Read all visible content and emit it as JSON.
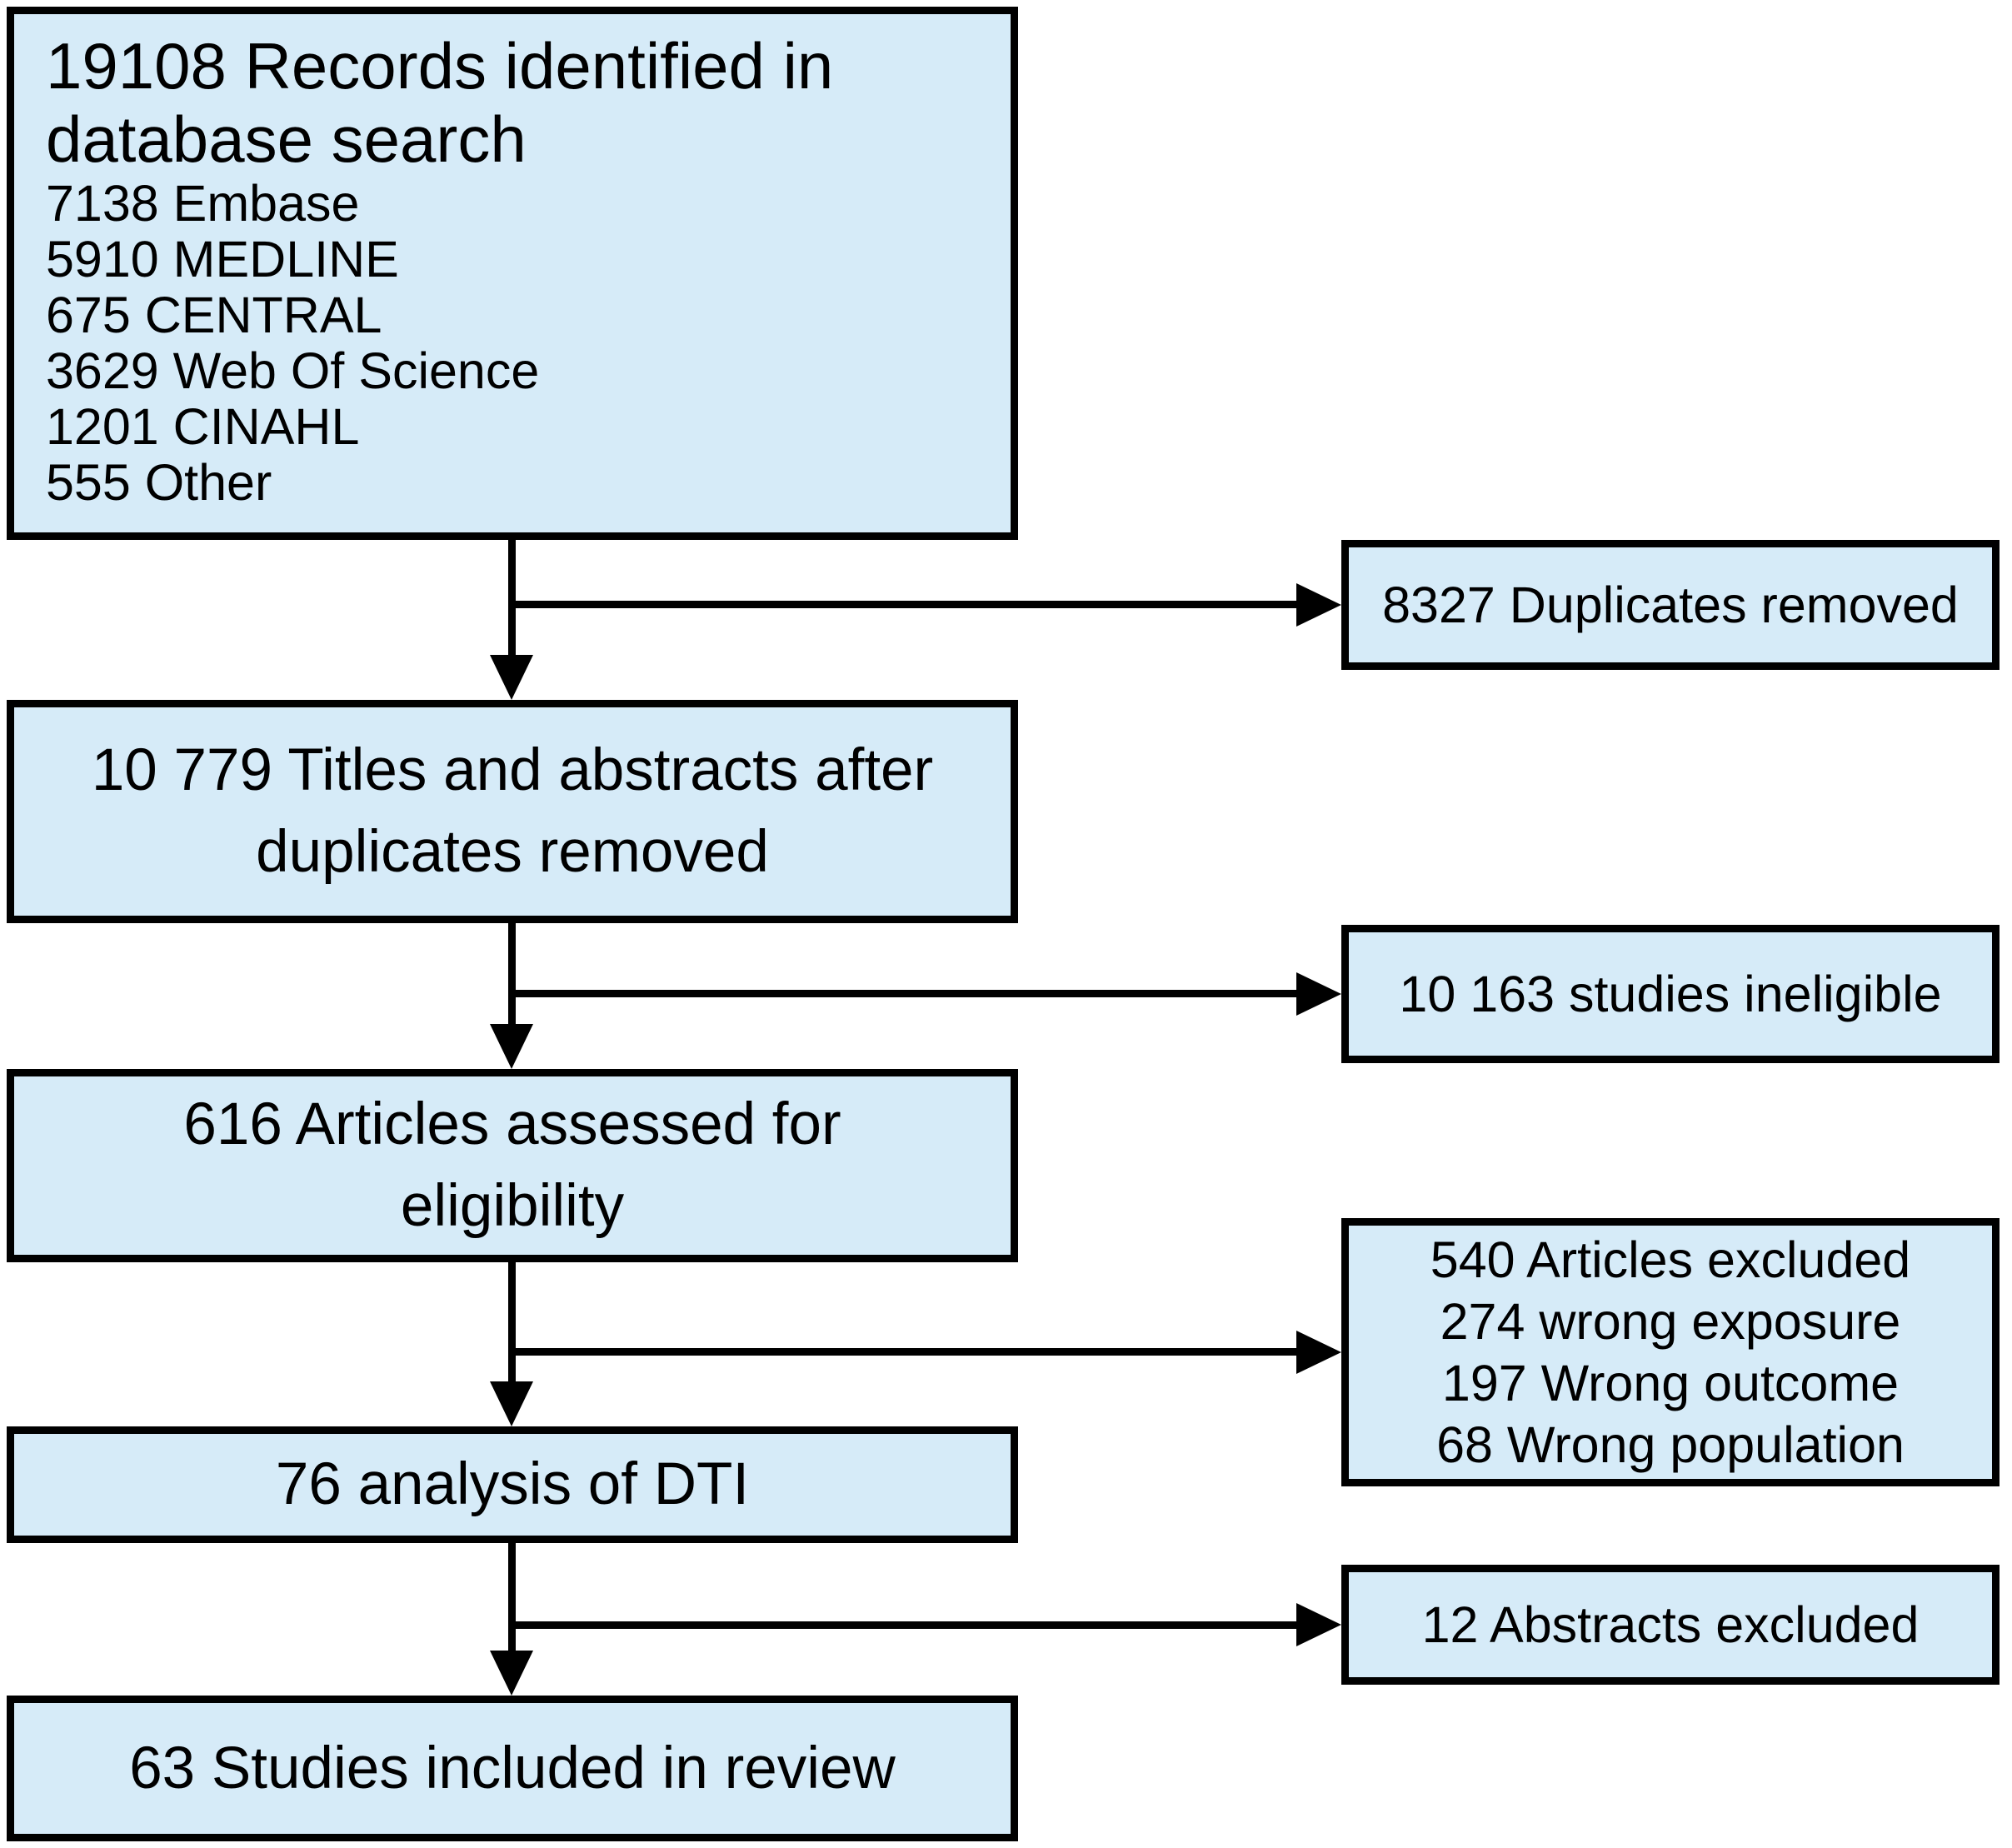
{
  "flow": {
    "colors": {
      "box_fill": "#d6ebf8",
      "box_border": "#000000",
      "arrow": "#000000",
      "background": "#ffffff"
    },
    "identification_box": {
      "title_lines": [
        "19108 Records identified in",
        "database search"
      ],
      "sources": [
        "7138 Embase",
        "5910 MEDLINE",
        "675 CENTRAL",
        "3629 Web Of Science",
        "1201 CINAHL",
        "555 Other"
      ]
    },
    "screening_box": {
      "lines": [
        "10 779 Titles and abstracts after",
        "duplicates removed"
      ]
    },
    "eligibility_box": {
      "lines": [
        "616 Articles assessed for",
        "eligibility"
      ]
    },
    "dti_box": {
      "lines": [
        "76 analysis of DTI"
      ]
    },
    "included_box": {
      "lines": [
        "63 Studies included in review"
      ]
    },
    "side_boxes": [
      {
        "id": "duplicates-removed",
        "lines": [
          "8327 Duplicates removed"
        ]
      },
      {
        "id": "studies-ineligible",
        "lines": [
          "10 163 studies ineligible"
        ]
      },
      {
        "id": "articles-excluded",
        "lines": [
          "540 Articles excluded",
          "274 wrong exposure",
          "197 Wrong outcome",
          "68 Wrong population"
        ]
      },
      {
        "id": "abstracts-excluded",
        "lines": [
          "12 Abstracts excluded"
        ]
      }
    ]
  }
}
